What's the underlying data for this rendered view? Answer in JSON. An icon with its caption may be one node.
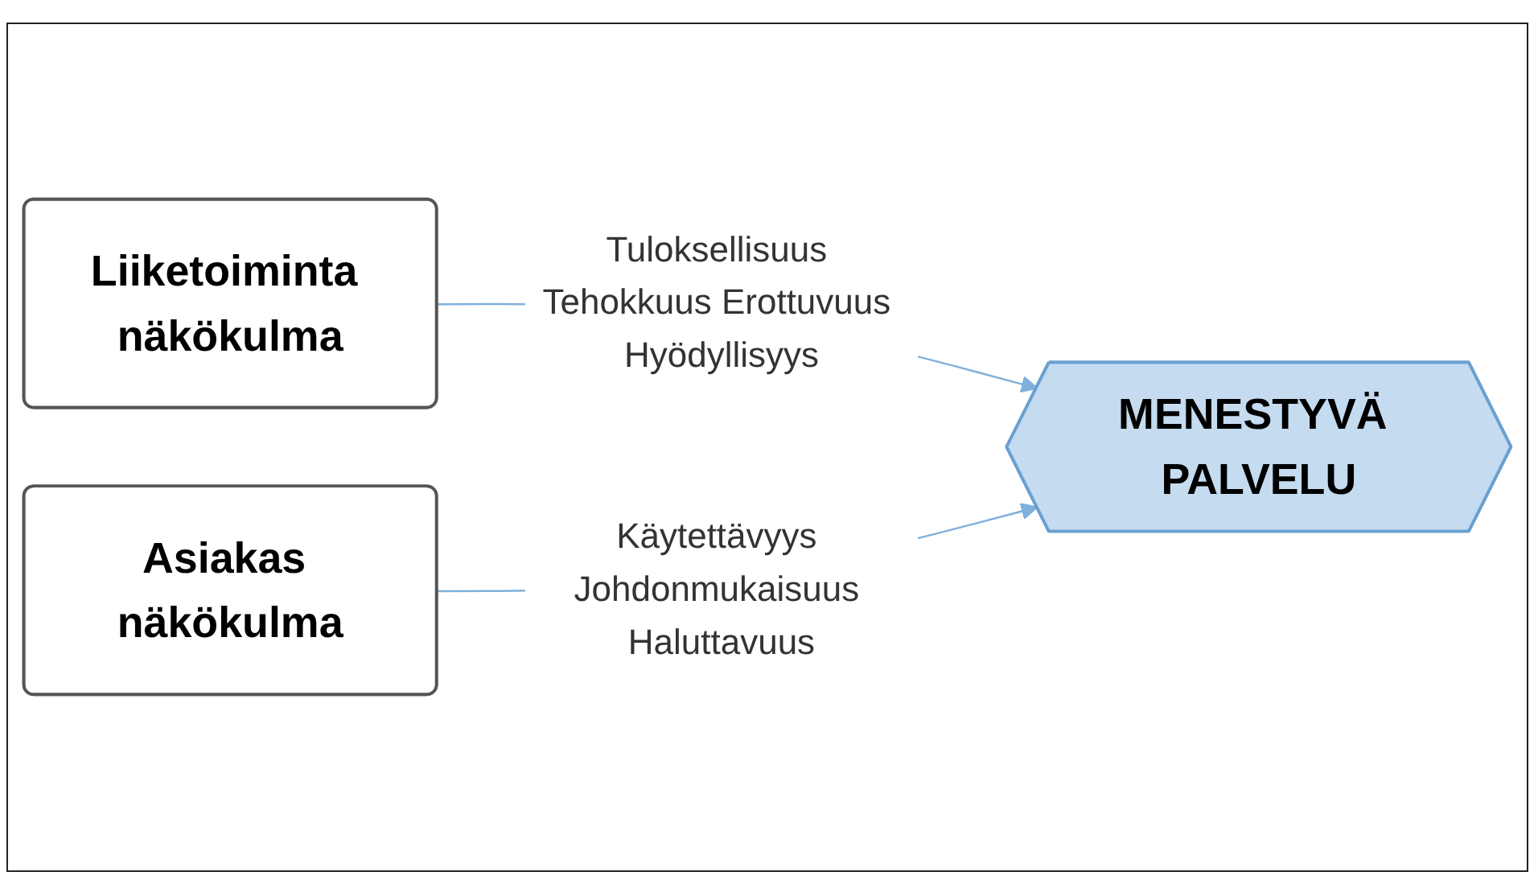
{
  "diagram": {
    "nodes": [
      {
        "text": [
          "Liiketoiminta näkökulma"
        ]
      },
      {
        "text": [
          "Asiakas näkökulma"
        ]
      },
      {
        "text": [
          "MENESTYVÄ PALVELU"
        ]
      }
    ],
    "edges": [
      {
        "from": 0,
        "to": 2,
        "arrow": "to",
        "label": "Tuloksellisuus Tehokkuus Erottuvuus Hyödyllisyys"
      },
      {
        "from": 1,
        "to": 2,
        "arrow": "to",
        "label": "Käytettävyys Johdonmukaisuus Haluttavuus"
      }
    ]
  }
}
